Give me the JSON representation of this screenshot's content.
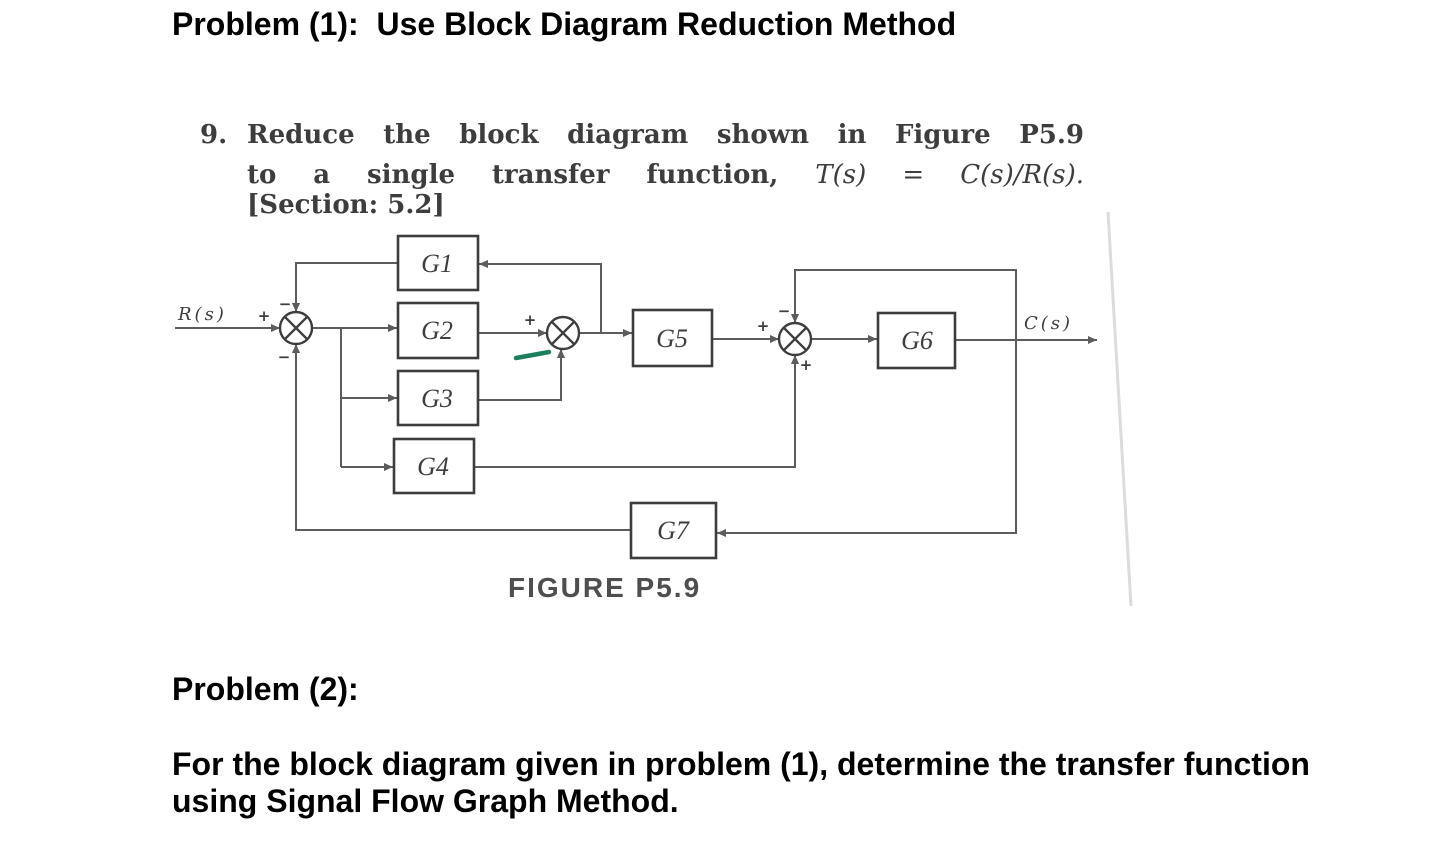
{
  "problem1": {
    "heading": "Problem (1):  Use Block Diagram Reduction Method",
    "exercise": {
      "number": "9.",
      "line1": "Reduce the block diagram shown in Figure P5.9",
      "line2": "to a single transfer function,",
      "line2_math": "T(s) = C(s)/R(s).",
      "line3": "[Section: 5.2]"
    },
    "diagram": {
      "input": "R(s)",
      "output": "C(s)",
      "blocks": [
        "G1",
        "G2",
        "G3",
        "G4",
        "G5",
        "G6",
        "G7"
      ],
      "junctions": [
        {
          "signs": [
            "+",
            "−",
            "−"
          ]
        },
        {
          "signs": [
            "+"
          ]
        },
        {
          "signs": [
            "+",
            "−",
            "+"
          ]
        }
      ],
      "caption": "FIGURE P5.9"
    }
  },
  "problem2": {
    "heading": "Problem (2):",
    "body": "For the block diagram given in problem (1), determine the transfer function using Signal Flow Graph Method."
  },
  "colors": {
    "text": "#000000",
    "scan_ink": "#3d3d3d",
    "wire": "#5c5c5c",
    "highlight_marker": "#1e7d5e"
  }
}
